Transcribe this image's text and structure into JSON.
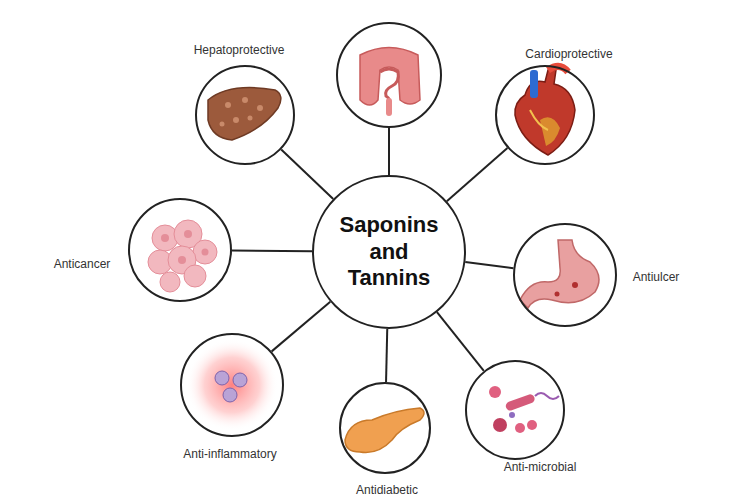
{
  "diagram": {
    "nodes": [
      {
        "text": [
          "Saponins and Tannins"
        ]
      },
      {
        "text": [
          "Hepatoprotective"
        ]
      },
      {
        "text": [
          "Cardioprotective"
        ]
      },
      {
        "text": [
          "Anticancer"
        ]
      },
      {
        "text": [
          "Antiulcer"
        ]
      },
      {
        "text": [
          "Anti-inflammatory"
        ]
      },
      {
        "text": [
          "Anti-microbial"
        ]
      },
      {
        "text": [
          "Antidiabetic"
        ]
      }
    ],
    "edges": [
      {
        "from": 0,
        "to": 1,
        "arrow": "none"
      },
      {
        "from": 0,
        "to": 2,
        "arrow": "none"
      },
      {
        "from": 0,
        "to": 3,
        "arrow": "none"
      },
      {
        "from": 0,
        "to": 4,
        "arrow": "none"
      },
      {
        "from": 0,
        "to": 5,
        "arrow": "none"
      },
      {
        "from": 0,
        "to": 6,
        "arrow": "none"
      },
      {
        "from": 0,
        "to": 7,
        "arrow": "none"
      }
    ]
  }
}
